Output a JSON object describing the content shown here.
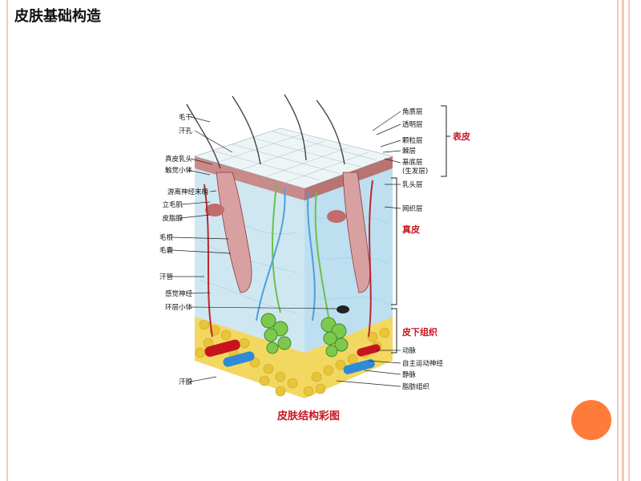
{
  "slide": {
    "title": "皮肤基础构造",
    "accent_color": "#ff7b3a",
    "frame_color": "#f6c7b6"
  },
  "diagram": {
    "caption": "皮肤结构彩图",
    "left_labels": [
      "毛干",
      "汗孔",
      "真皮乳头",
      "触觉小体",
      "游离神经末梢",
      "立毛肌",
      "皮脂腺",
      "毛根",
      "毛囊",
      "汗管",
      "感觉神经",
      "环层小体",
      "汗腺"
    ],
    "right_labels": [
      "角质层",
      "透明层",
      "颗粒层",
      "棘层",
      "基底层",
      "(生发层)",
      "乳头层",
      "网织层",
      "动脉",
      "自主运动神经",
      "静脉",
      "脂肪组织"
    ],
    "layer_labels": [
      "表皮",
      "真皮",
      "皮下组织"
    ]
  }
}
